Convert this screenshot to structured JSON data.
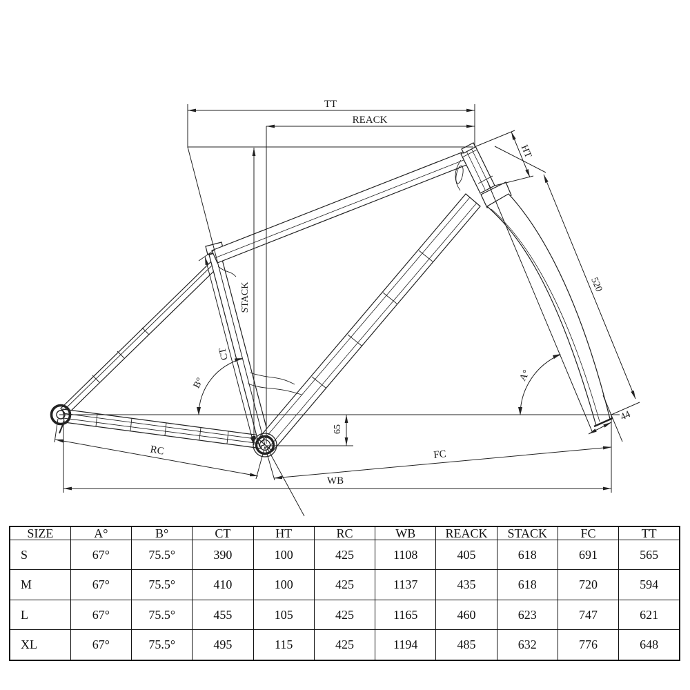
{
  "drawing": {
    "labels": {
      "tt": "TT",
      "reack": "REACK",
      "ht": "HT",
      "fork_length": "520",
      "stack": "STACK",
      "ct": "CT",
      "seat_tube_angle": "B°",
      "head_tube_angle": "A°",
      "bb_drop": "65",
      "rear_center": "RC",
      "front_center": "FC",
      "wheelbase": "WB",
      "fork_offset": "44"
    },
    "colors": {
      "line": "#222222",
      "text": "#1a1a1a",
      "table_border": "#111111",
      "background": "#ffffff"
    }
  },
  "table": {
    "headers": [
      "SIZE",
      "A°",
      "B°",
      "CT",
      "HT",
      "RC",
      "WB",
      "REACK",
      "STACK",
      "FC",
      "TT"
    ],
    "rows": [
      [
        "S",
        "67°",
        "75.5°",
        "390",
        "100",
        "425",
        "1108",
        "405",
        "618",
        "691",
        "565"
      ],
      [
        "M",
        "67°",
        "75.5°",
        "410",
        "100",
        "425",
        "1137",
        "435",
        "618",
        "720",
        "594"
      ],
      [
        "L",
        "67°",
        "75.5°",
        "455",
        "105",
        "425",
        "1165",
        "460",
        "623",
        "747",
        "621"
      ],
      [
        "XL",
        "67°",
        "75.5°",
        "495",
        "115",
        "425",
        "1194",
        "485",
        "632",
        "776",
        "648"
      ]
    ]
  }
}
